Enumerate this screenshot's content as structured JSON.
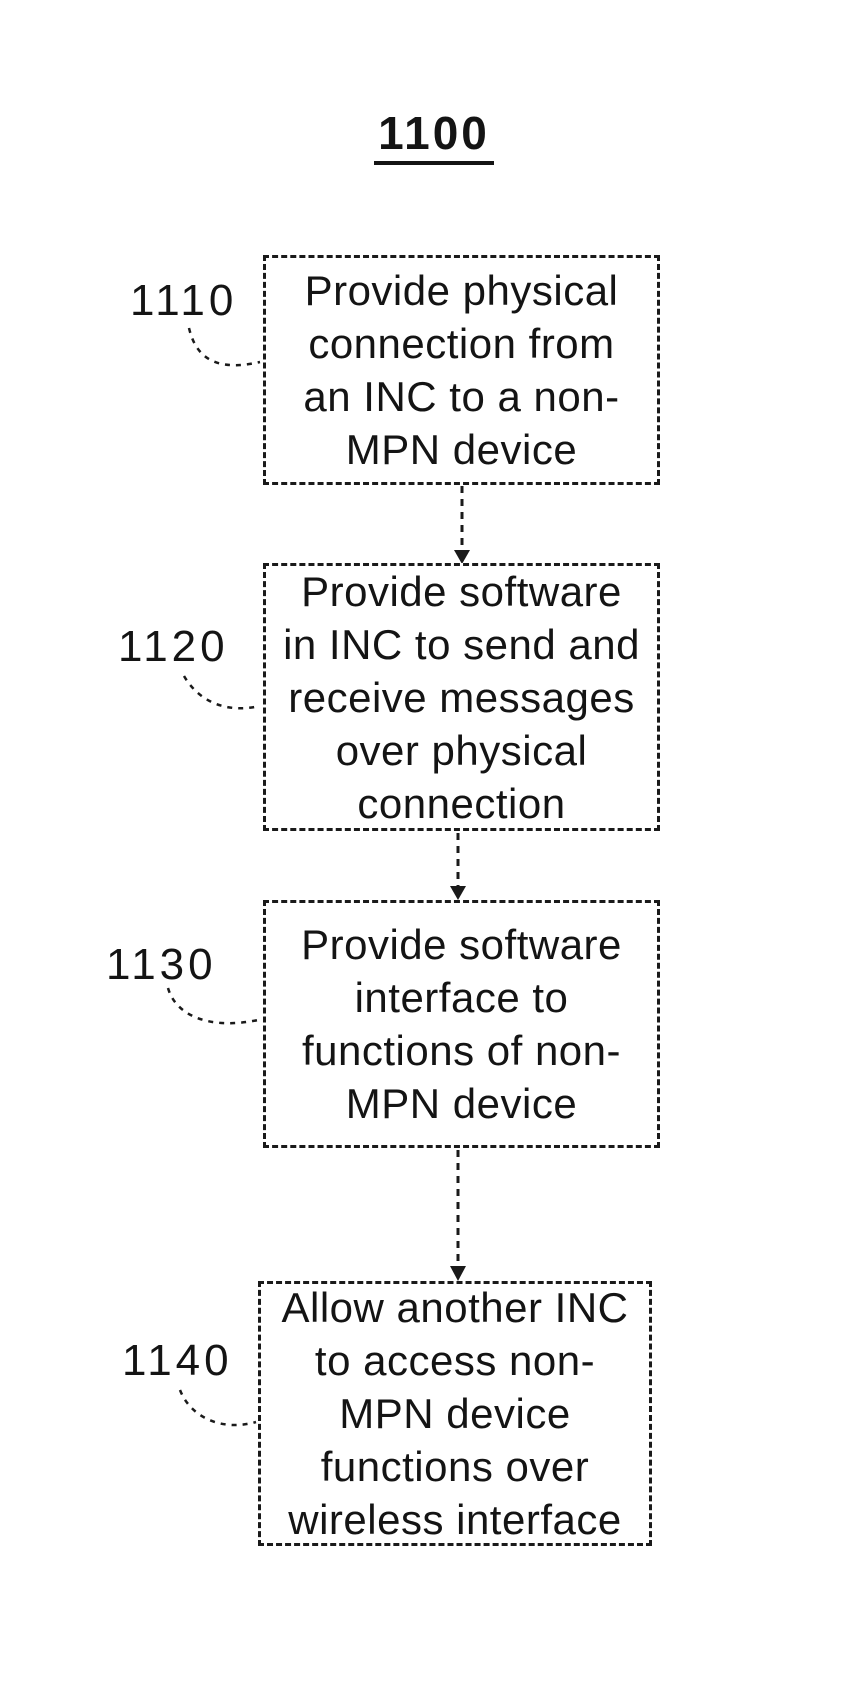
{
  "figure": {
    "title": "1100"
  },
  "flow": {
    "steps": [
      {
        "ref": "1110",
        "text": "Provide physical\nconnection from\nan INC to a non-\nMPN device"
      },
      {
        "ref": "1120",
        "text": "Provide software\nin INC to send and\nreceive messages\nover physical\nconnection"
      },
      {
        "ref": "1130",
        "text": "Provide software\ninterface to\nfunctions of non-\nMPN device"
      },
      {
        "ref": "1140",
        "text": "Allow another INC\nto access non-\nMPN device\nfunctions over\nwireless interface"
      }
    ]
  },
  "colors": {
    "ink": "#141414",
    "background": "#ffffff"
  }
}
